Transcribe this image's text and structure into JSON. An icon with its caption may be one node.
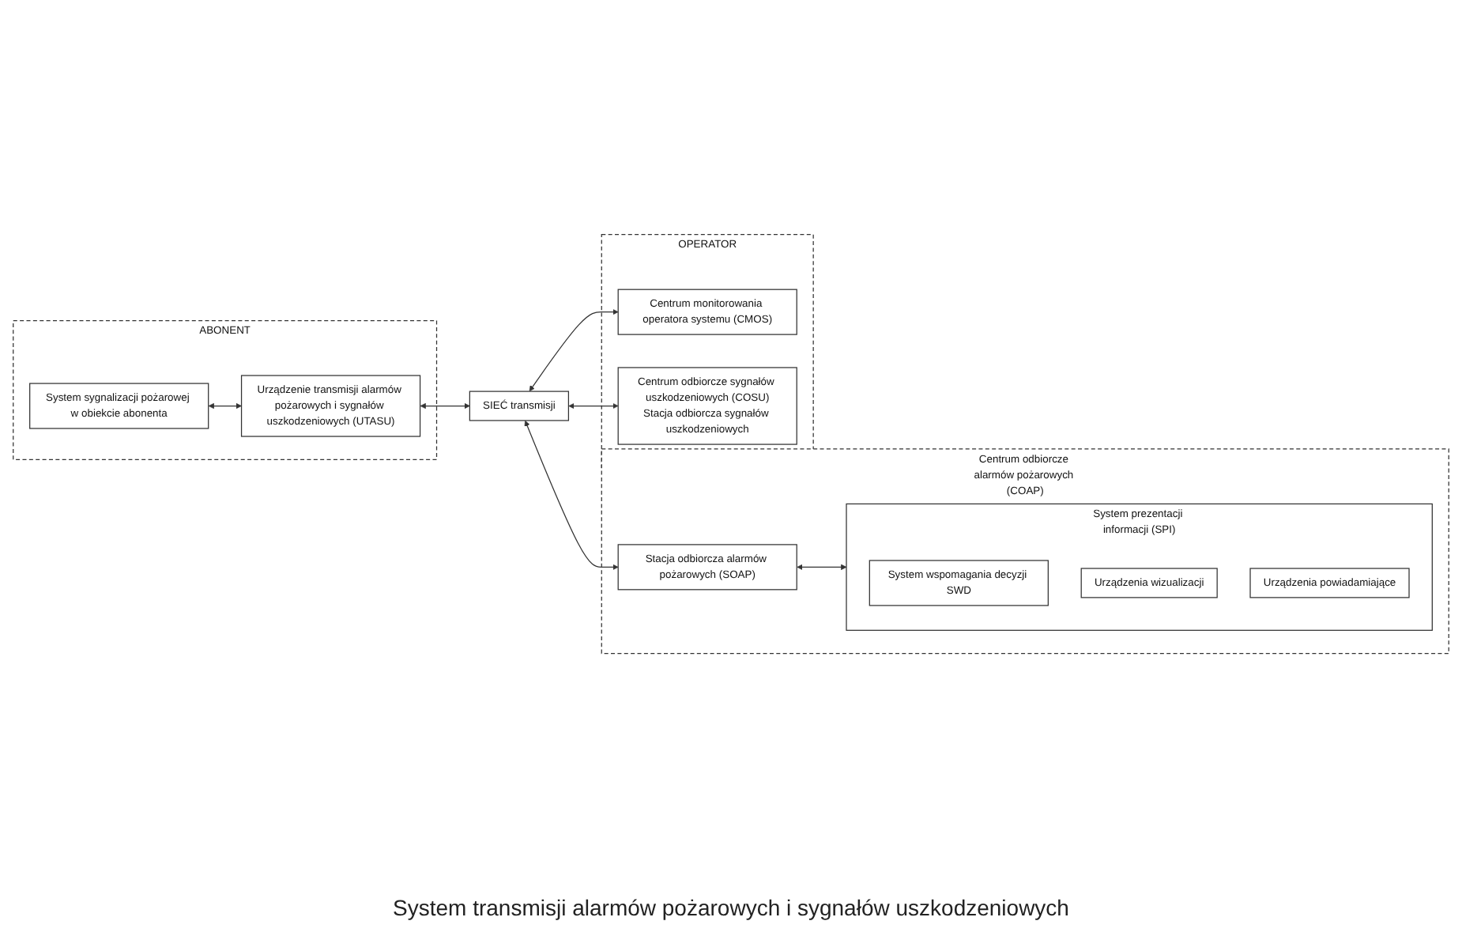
{
  "diagram": {
    "nodes": [
      {
        "text": [
          "ABONENT"
        ]
      },
      {
        "text": [
          "System sygnalizacji pożarowej w obiekcie abonenta"
        ],
        "in": 0
      },
      {
        "text": [
          "Urządzenie transmisji alarmów pożarowych i sygnałów uszkodzeniowych (UTASU)"
        ],
        "in": 0
      },
      {
        "text": [
          "SIEĆ transmisji"
        ]
      },
      {
        "text": [
          "Centrum odbiorcze alarmów pożarowych (COAP)"
        ]
      },
      {
        "text": [
          "Stacja odbiorcza alarmów pożarowych (SOAP)"
        ],
        "in": 4
      },
      {
        "text": [
          "System prezentacji informacji (SPI)"
        ],
        "in": 4
      },
      {
        "text": [
          "System wspomagania decyzji SWD"
        ],
        "in": 6
      },
      {
        "text": [
          "Urządzenia wizualizacji"
        ],
        "in": 6
      },
      {
        "text": [
          "Urządzenia powiadamiające"
        ],
        "in": 6
      },
      {
        "text": [
          "OPERATOR"
        ]
      },
      {
        "text": [
          "Centrum monitorowania operatora systemu (CMOS)"
        ],
        "in": 10
      },
      {
        "text": [
          "Centrum odbiorcze sygnałów uszkodzeniowych (COSU)",
          "Stacja odbiorcza sygnałów uszkodzeniowych"
        ],
        "in": 10
      }
    ],
    "edges": [
      {
        "from": 1,
        "to": 2,
        "arrow": "both"
      },
      {
        "from": 2,
        "to": 3,
        "arrow": "both"
      },
      {
        "from": 3,
        "to": 5,
        "arrow": "both"
      },
      {
        "from": 5,
        "to": 6,
        "arrow": "both"
      },
      {
        "from": 3,
        "to": 11,
        "arrow": "both"
      },
      {
        "from": 3,
        "to": 12,
        "arrow": "both"
      }
    ],
    "labels": [
      "System transmisji alarmów pożarowych i sygnałów uszkodzeniowych"
    ]
  }
}
